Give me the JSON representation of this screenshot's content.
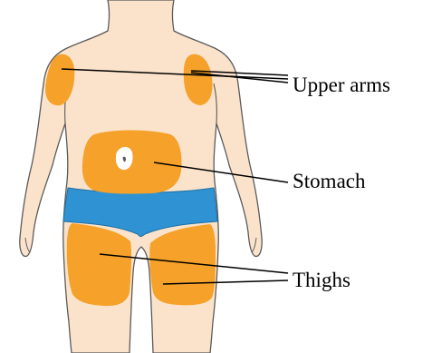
{
  "diagram": {
    "labels": {
      "upper_arms": "Upper arms",
      "stomach": "Stomach",
      "thighs": "Thighs"
    },
    "colors": {
      "skin": "#fbe3cb",
      "outline": "#5a5a5a",
      "injection_site": "#f5a12a",
      "underwear": "#2f93d3",
      "navel_center": "#ffffff",
      "leader_line": "#000000"
    }
  }
}
